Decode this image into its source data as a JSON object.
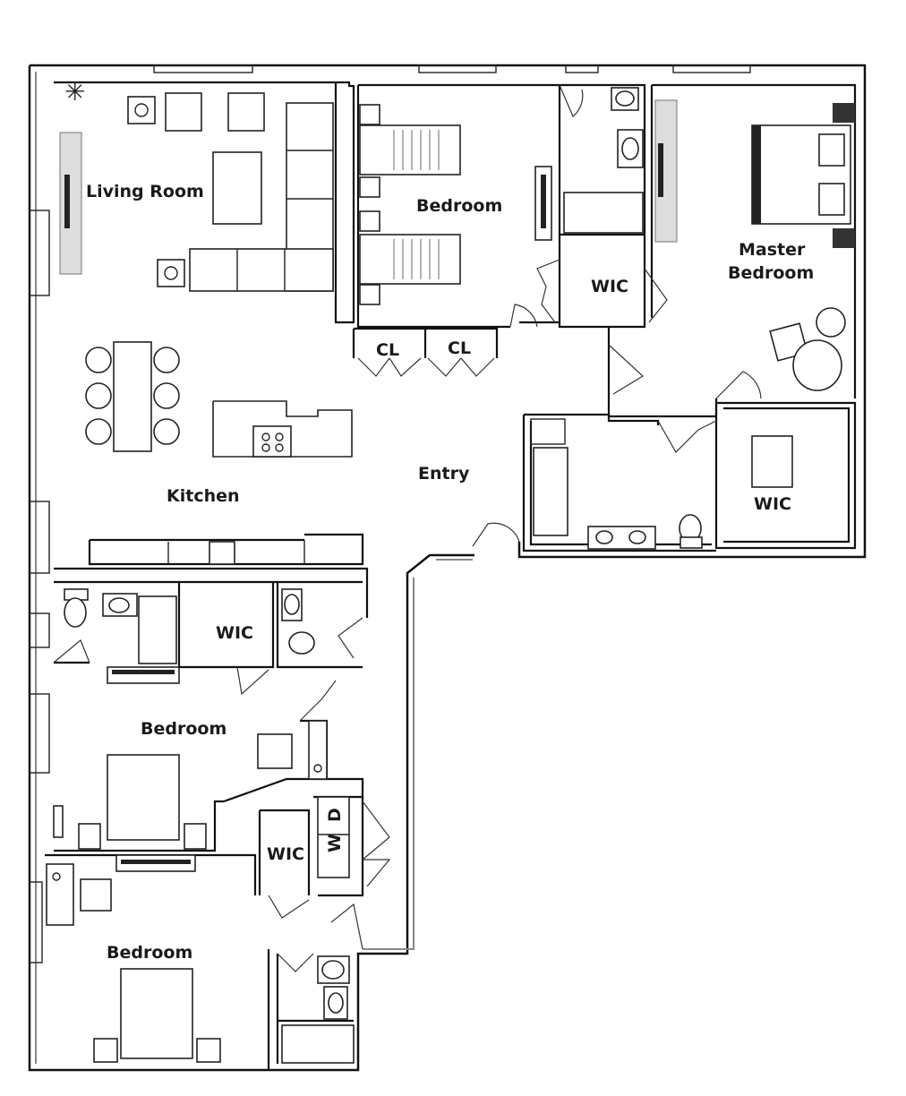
{
  "rooms": {
    "living_room": "Living Room",
    "bedroom_top": "Bedroom",
    "wic_top": "WIC",
    "master_line1": "Master",
    "master_line2": "Bedroom",
    "closet_1": "CL",
    "closet_2": "CL",
    "entry": "Entry",
    "kitchen": "Kitchen",
    "wic_master": "WIC",
    "wic_middle": "WIC",
    "bedroom_middle": "Bedroom",
    "wic_lower": "WIC",
    "bedroom_bottom": "Bedroom",
    "washer": "W",
    "dryer": "D"
  }
}
